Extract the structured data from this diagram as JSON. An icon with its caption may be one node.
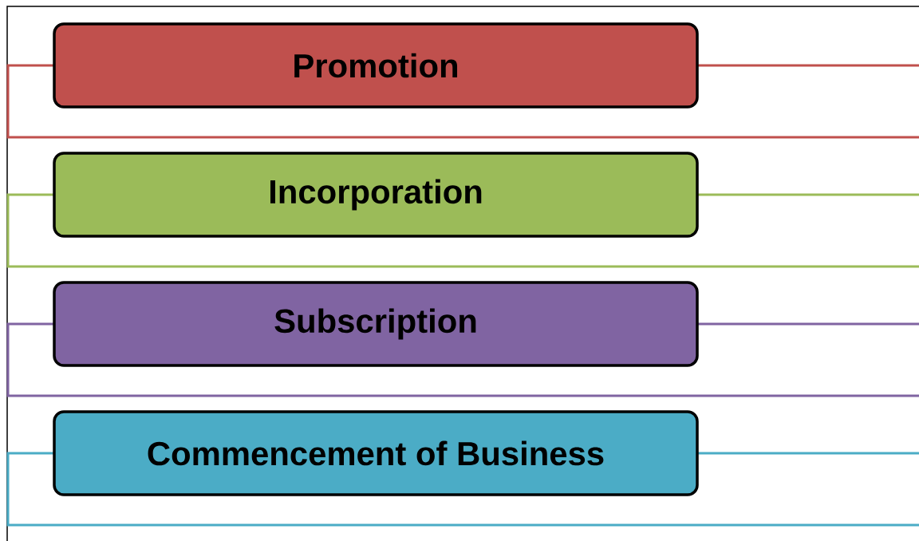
{
  "diagram": {
    "nodes": [
      {
        "text": [
          "Promotion"
        ]
      },
      {
        "text": [
          "Incorporation"
        ]
      },
      {
        "text": [
          "Subscription"
        ]
      },
      {
        "text": [
          "Commencement of Business"
        ]
      }
    ]
  }
}
